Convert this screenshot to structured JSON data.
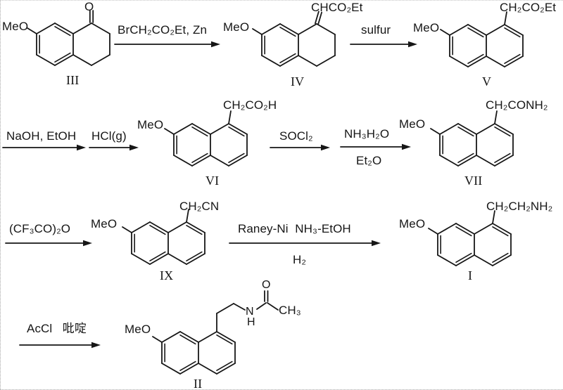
{
  "style": {
    "ink": "#161616",
    "background": "#ffffff"
  },
  "compounds": {
    "III": {
      "methoxy": "MeO",
      "ketone_oxygen": "O",
      "label": "III"
    },
    "IV": {
      "methoxy": "MeO",
      "side_group": "CHCO₂Et",
      "label": "IV"
    },
    "V": {
      "methoxy": "MeO",
      "side_group": "CH₂CO₂Et",
      "label": "V"
    },
    "VI": {
      "methoxy": "MeO",
      "side_group": "CH₂CO₂H",
      "label": "VI"
    },
    "VII": {
      "methoxy": "MeO",
      "side_group": "CH₂CONH₂",
      "label": "VII"
    },
    "IX": {
      "methoxy": "MeO",
      "side_group": "CH₂CN",
      "label": "IX"
    },
    "I": {
      "methoxy": "MeO",
      "side_group": "CH₂CH₂NH₂",
      "label": "I"
    },
    "II": {
      "methoxy": "MeO",
      "amide_n": "N",
      "amide_h": "H",
      "amide_o": "O",
      "methyl": "CH₃",
      "label": "II"
    }
  },
  "steps": {
    "step1": {
      "above": "BrCH₂CO₂Et, Zn"
    },
    "step2": {
      "above": "sulfur"
    },
    "step3": {
      "above": "NaOH, EtOH"
    },
    "step4": {
      "above": "HCl(g)"
    },
    "step5": {
      "above": "SOCl₂"
    },
    "step6": {
      "above": "NH₃H₂O",
      "below": "Et₂O"
    },
    "step7": {
      "above": "(CF₃CO)₂O"
    },
    "step8": {
      "above": "Raney-Ni  NH₃-EtOH",
      "below": "H₂"
    },
    "step9": {
      "above": "AcCl   吡啶"
    }
  }
}
